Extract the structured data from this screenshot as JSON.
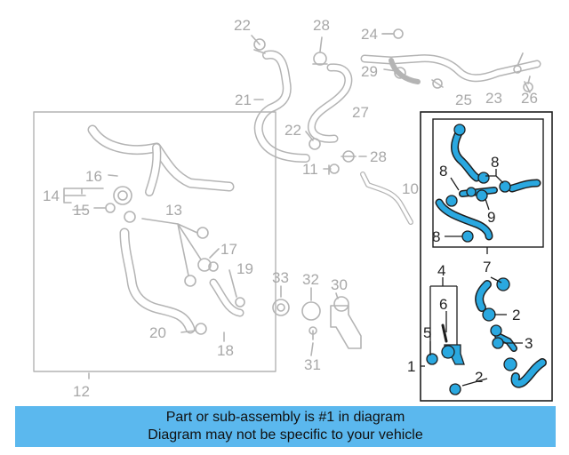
{
  "callouts_grey": [
    {
      "id": "c22a",
      "text": "22"
    },
    {
      "id": "c28a",
      "text": "28"
    },
    {
      "id": "c24",
      "text": "24"
    },
    {
      "id": "c29",
      "text": "29"
    },
    {
      "id": "c25",
      "text": "25"
    },
    {
      "id": "c23",
      "text": "23"
    },
    {
      "id": "c26",
      "text": "26"
    },
    {
      "id": "c21",
      "text": "21"
    },
    {
      "id": "c27",
      "text": "27"
    },
    {
      "id": "c22b",
      "text": "22"
    },
    {
      "id": "c28b",
      "text": "28"
    },
    {
      "id": "c11",
      "text": "11"
    },
    {
      "id": "c10",
      "text": "10"
    },
    {
      "id": "c16",
      "text": "16"
    },
    {
      "id": "c14",
      "text": "14"
    },
    {
      "id": "c15",
      "text": "15"
    },
    {
      "id": "c13",
      "text": "13"
    },
    {
      "id": "c17",
      "text": "17"
    },
    {
      "id": "c19",
      "text": "19"
    },
    {
      "id": "c33",
      "text": "33"
    },
    {
      "id": "c32",
      "text": "32"
    },
    {
      "id": "c30",
      "text": "30"
    },
    {
      "id": "c20",
      "text": "20"
    },
    {
      "id": "c18",
      "text": "18"
    },
    {
      "id": "c31",
      "text": "31"
    },
    {
      "id": "c12",
      "text": "12"
    }
  ],
  "callouts_dark": [
    {
      "id": "d8a",
      "text": "8"
    },
    {
      "id": "d8b",
      "text": "8"
    },
    {
      "id": "d9",
      "text": "9"
    },
    {
      "id": "d8c",
      "text": "8"
    },
    {
      "id": "d4",
      "text": "4"
    },
    {
      "id": "d7",
      "text": "7"
    },
    {
      "id": "d6",
      "text": "6"
    },
    {
      "id": "d2a",
      "text": "2"
    },
    {
      "id": "d5",
      "text": "5"
    },
    {
      "id": "d3",
      "text": "3"
    },
    {
      "id": "d1",
      "text": "1"
    },
    {
      "id": "d2b",
      "text": "2"
    }
  ],
  "banner": {
    "line1": "Part or sub-assembly is #1 in diagram",
    "line2": "Diagram may not be specific to your vehicle",
    "color": "#5bb8ee"
  },
  "colors": {
    "hose_highlight": "#2aa8e0",
    "outline_dark": "#1e1e1e",
    "outline_grey": "#b4b4b4"
  }
}
